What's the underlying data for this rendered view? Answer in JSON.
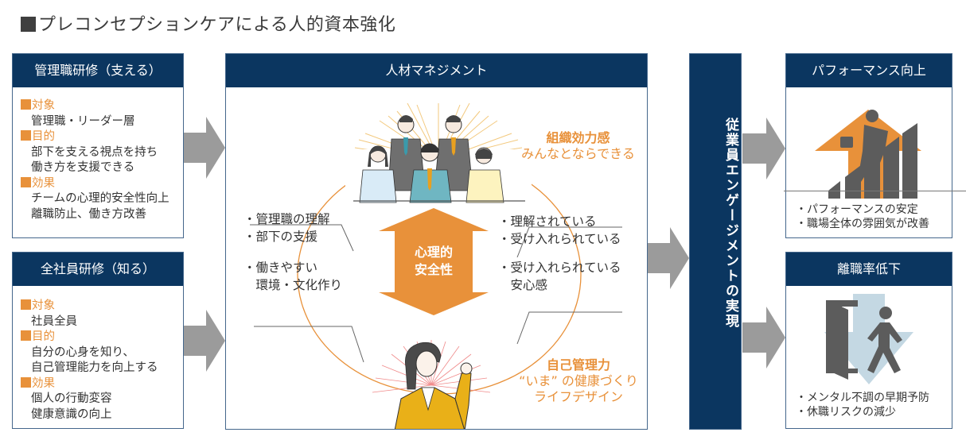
{
  "title": "プレコンセプションケアによる人的資本強化",
  "left_boxes": [
    {
      "header": "管理職研修（支える）",
      "sections": [
        {
          "label": "対象",
          "lines": [
            "管理職・リーダー層"
          ]
        },
        {
          "label": "目的",
          "lines": [
            "部下を支える視点を持ち",
            "働き方を支援できる"
          ]
        },
        {
          "label": "効果",
          "lines": [
            "チームの心理的安全性向上",
            "離職防止、働き方改善"
          ]
        }
      ]
    },
    {
      "header": "全社員研修（知る）",
      "sections": [
        {
          "label": "対象",
          "lines": [
            "社員全員"
          ]
        },
        {
          "label": "目的",
          "lines": [
            "自分の心身を知り、",
            "自己管理能力を向上する"
          ]
        },
        {
          "label": "効果",
          "lines": [
            "個人の行動変容",
            "健康意識の向上"
          ]
        }
      ]
    }
  ],
  "center": {
    "header": "人材マネジメント",
    "team": {
      "title": "組織効力感",
      "subtitle": "みんなとならできる",
      "illustration": "business-team-icon"
    },
    "core": {
      "line1": "心理的",
      "line2": "安全性",
      "icon": "double-arrow-icon"
    },
    "self": {
      "title": "自己管理力",
      "line1": "“いま” の健康づくり",
      "line2": "ライフデザイン",
      "illustration": "confident-woman-icon"
    },
    "left_points": {
      "top": [
        "・管理職の理解",
        "・部下の支援"
      ],
      "bottom": [
        "・働きやすい",
        "　環境・文化作り"
      ]
    },
    "right_points": {
      "top": [
        "・理解されている",
        "・受け入れられている"
      ],
      "bottom": [
        "・受け入れられている",
        "　安心感"
      ]
    }
  },
  "engagement": {
    "label": "従業員エンゲージメントの実現"
  },
  "right_boxes": [
    {
      "header": "パフォーマンス向上",
      "icon": "performance-up-icon",
      "bullets": [
        "・パフォーマンスの安定",
        "・職場全体の雰囲気が改善"
      ]
    },
    {
      "header": "離職率低下",
      "icon": "turnover-down-icon",
      "bullets": [
        "・メンタル不調の早期予防",
        "・休職リスクの減少"
      ]
    }
  ],
  "colors": {
    "navy": "#0b3660",
    "orange": "#e8913a",
    "arrow_gray": "#9b9b9b",
    "border": "#45678c"
  }
}
